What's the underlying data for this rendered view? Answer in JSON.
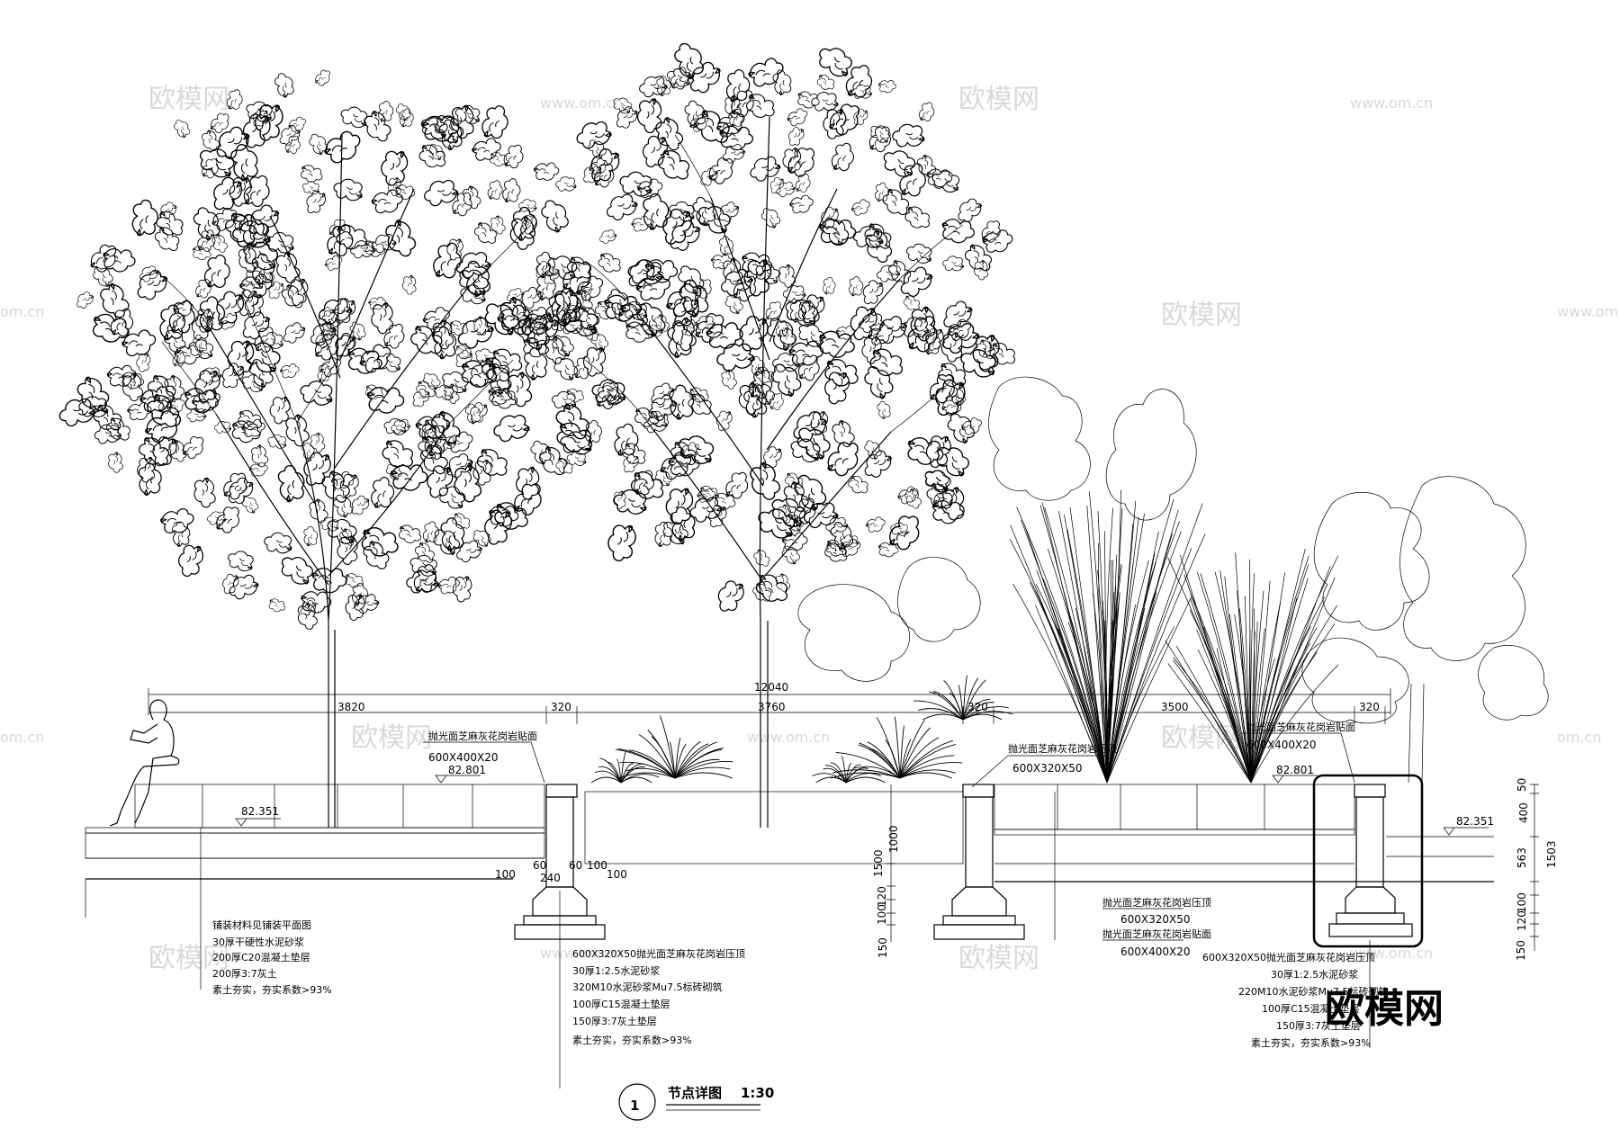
{
  "watermarks": {
    "brand_cn": "欧模网",
    "brand_url": "www.om.cn",
    "brand_url_short": "om.cn"
  },
  "dimensions": {
    "total": "12040",
    "seg_left": "3820",
    "seg_mid": "3760",
    "seg_right": "3500",
    "wall_w1": "320",
    "wall_w2": "320",
    "wall_w3": "320",
    "right_h_50": "50",
    "right_h_400": "400",
    "right_h_563": "563",
    "right_h_1503": "1503",
    "right_h_100": "100",
    "right_h_120": "120",
    "right_h_150": "150",
    "mid_v_1500": "1500",
    "mid_v_1000": "1000",
    "mid_v_120": "120",
    "mid_v_100": "100",
    "mid_v_150": "150",
    "footing_60a": "60",
    "footing_60b": "60",
    "footing_100a": "100",
    "footing_100b": "100",
    "footing_240": "240",
    "footing_100c": "100",
    "footing_row": "100  100240  60  100"
  },
  "elevations": {
    "left_ground": "82.351",
    "left_wall_top": "82.801",
    "right_wall_top": "82.801",
    "right_ground": "82.351"
  },
  "callouts": {
    "left_cap_title": "抛光面芝麻灰花岗岩贴面",
    "left_cap_size": "600X400X20",
    "mid_cap_title": "抛光面芝麻灰花岗岩压顶",
    "mid_cap_size": "600X320X50",
    "right_cap_title": "抛光面芝麻灰花岗岩贴面",
    "right_cap_size": "600X400X20",
    "mid_low_1_title": "抛光面芝麻灰花岗岩压顶",
    "mid_low_1_size": "600X320X50",
    "mid_low_2_title": "抛光面芝麻灰花岗岩贴面",
    "mid_low_2_size": "600X400X20"
  },
  "notes_left": [
    "铺装材料见铺装平面图",
    "30厚干硬性水泥砂浆",
    "200厚C20混凝土垫层",
    "200厚3:7灰土",
    "素土夯实，夯实系数>93%"
  ],
  "notes_mid": [
    "600X320X50抛光面芝麻灰花岗岩压顶",
    "30厚1:2.5水泥砂浆",
    "320M10水泥砂浆Mu7.5标砖砌筑",
    "100厚C15混凝土垫层",
    "150厚3:7灰土垫层",
    "素土夯实，夯实系数>93%"
  ],
  "notes_right": [
    "600X320X50抛光面芝麻灰花岗岩压顶",
    "30厚1:2.5水泥砂浆",
    "220M10水泥砂浆Mu7.5标砖砌筑",
    "100厚C15混凝土垫层",
    "150厚3:7灰土垫层",
    "素土夯实，夯实系数>93%"
  ],
  "title": {
    "number": "1",
    "name": "节点详图",
    "scale": "1:30"
  },
  "logo_text": "欧模网"
}
